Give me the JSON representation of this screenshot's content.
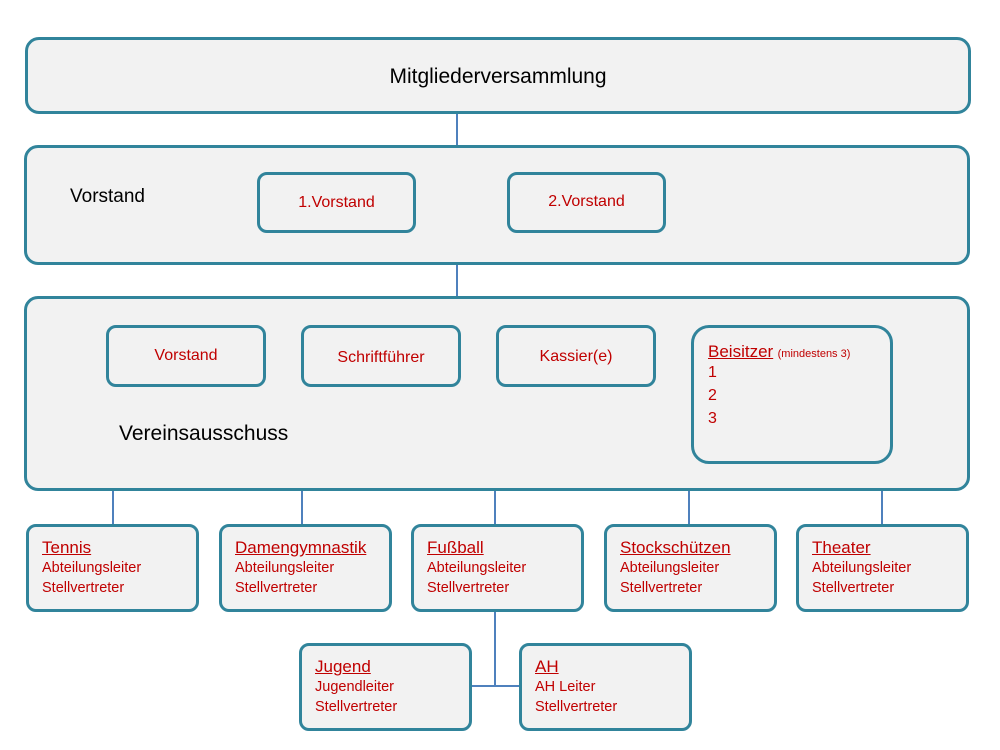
{
  "assembly": {
    "label": "Mitgliederversammlung"
  },
  "board": {
    "label": "Vorstand",
    "members": [
      "1.Vorstand",
      "2.Vorstand"
    ]
  },
  "committee": {
    "label": "Vereinsausschuss",
    "members": [
      "Vorstand",
      "Schriftführer",
      "Kassier(e)"
    ],
    "assessors": {
      "title": "Beisitzer",
      "note": "(mindestens 3)",
      "items": [
        "1",
        "2",
        "3"
      ]
    }
  },
  "departments": [
    {
      "name": "Tennis",
      "lines": [
        "Abteilungsleiter",
        "Stellvertreter"
      ]
    },
    {
      "name": "Damengymnastik",
      "lines": [
        "Abteilungsleiter",
        "Stellvertreter"
      ]
    },
    {
      "name": "Fußball",
      "lines": [
        "Abteilungsleiter",
        "Stellvertreter"
      ]
    },
    {
      "name": "Stockschützen",
      "lines": [
        "Abteilungsleiter",
        "Stellvertreter"
      ]
    },
    {
      "name": "Theater",
      "lines": [
        "Abteilungsleiter",
        "Stellvertreter"
      ]
    }
  ],
  "subdepartments": [
    {
      "name": "Jugend",
      "lines": [
        "Jugendleiter",
        "Stellvertreter"
      ]
    },
    {
      "name": "AH",
      "lines": [
        "AH Leiter",
        "Stellvertreter"
      ]
    }
  ],
  "colors": {
    "border": "#31849b",
    "connector": "#4f81bd",
    "accent_text": "#c00000",
    "fill": "#f2f2f2"
  }
}
